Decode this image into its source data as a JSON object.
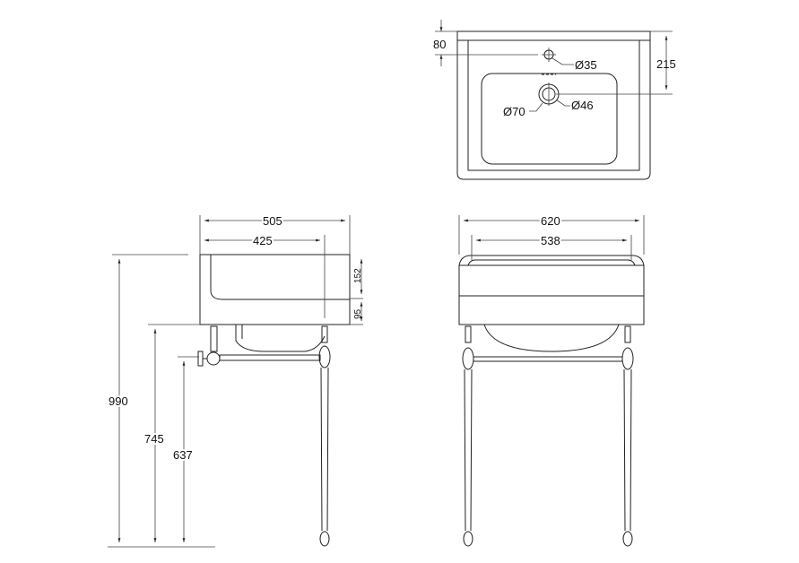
{
  "top_view": {
    "tap_offset": "80",
    "waste_offset": "215",
    "tap_hole": "Ø35",
    "waste_outer": "Ø70",
    "waste_inner": "Ø46"
  },
  "side_view": {
    "depth_overall": "505",
    "depth_bowl": "425",
    "basin_height_upper": "152",
    "basin_height_lower": "95",
    "total_height": "990",
    "rim_height": "745",
    "rail_height": "637"
  },
  "front_view": {
    "width_overall": "620",
    "width_inner": "538"
  }
}
